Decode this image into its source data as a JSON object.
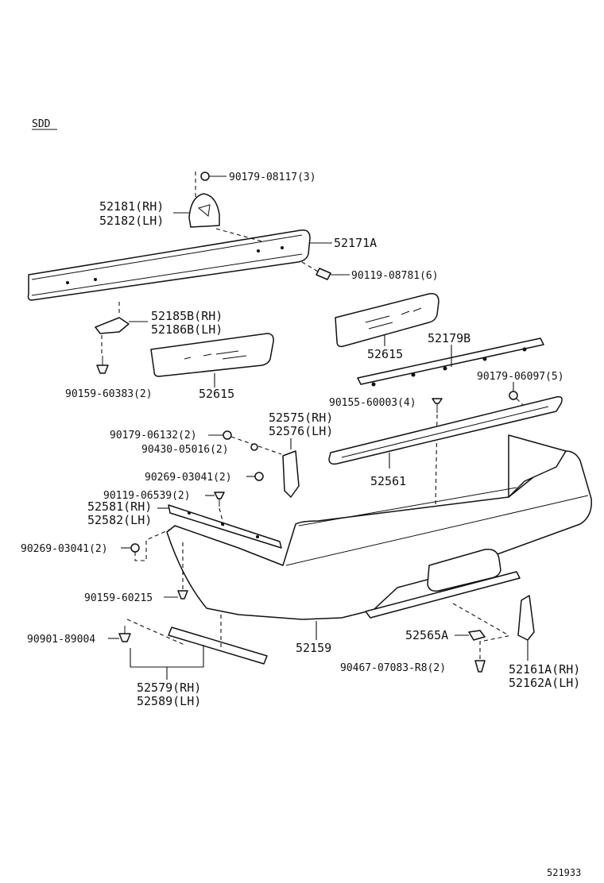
{
  "variant": "SDD",
  "figure_number": "521933",
  "labels": {
    "p90179_08117": "90179-08117(3)",
    "p52181": "52181(RH)",
    "p52182": "52182(LH)",
    "p52171A": "52171A",
    "p90119_08781": "90119-08781(6)",
    "p52185B": "52185B(RH)",
    "p52186B": "52186B(LH)",
    "p52615_a": "52615",
    "p52179B": "52179B",
    "p52615_b": "52615",
    "p90159_60383": "90159-60383(2)",
    "p90179_06097": "90179-06097(5)",
    "p90155_60003": "90155-60003(4)",
    "p52575": "52575(RH)",
    "p52576": "52576(LH)",
    "p90179_06132": "90179-06132(2)",
    "p90430_05016": "90430-05016(2)",
    "p90269_03041_a": "90269-03041(2)",
    "p52561": "52561",
    "p90119_06539": "90119-06539(2)",
    "p52581": "52581(RH)",
    "p52582": "52582(LH)",
    "p90269_03041_b": "90269-03041(2)",
    "p90159_60215": "90159-60215",
    "p90901_89004": "90901-89004",
    "p52159": "52159",
    "p52565A": "52565A",
    "p90467_07083": "90467-07083-R8(2)",
    "p52161A": "52161A(RH)",
    "p52162A": "52162A(LH)",
    "p52579": "52579(RH)",
    "p52589": "52589(LH)"
  }
}
